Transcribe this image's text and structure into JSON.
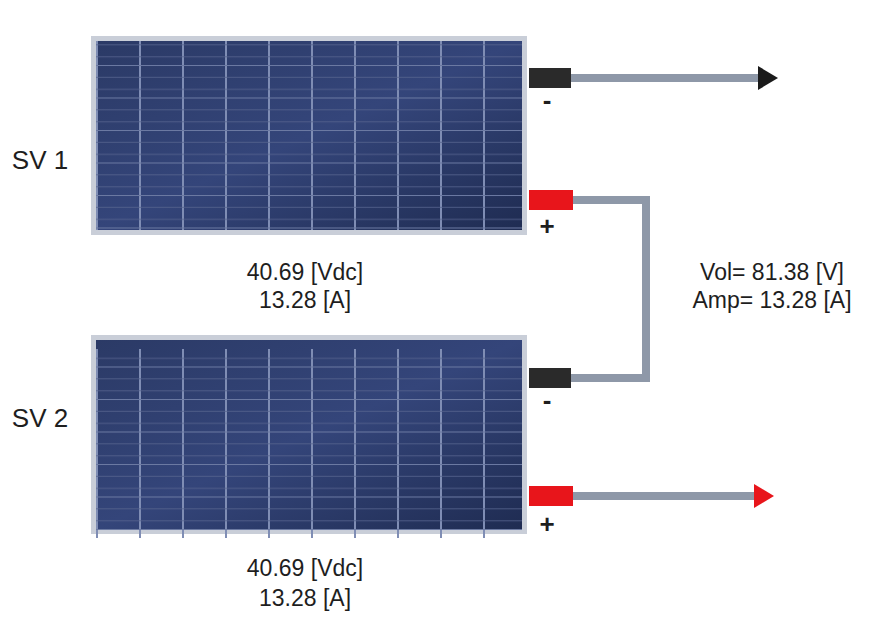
{
  "diagram": {
    "labels": [
      "SV 1",
      "40.69 [Vdc]",
      "13.28 [A]",
      "Vol= 81.38 [V]",
      "Amp= 13.28 [A]",
      "SV 2",
      "40.69 [Vdc]",
      "13.28 [A]",
      "-",
      "+",
      "-",
      "+"
    ]
  }
}
